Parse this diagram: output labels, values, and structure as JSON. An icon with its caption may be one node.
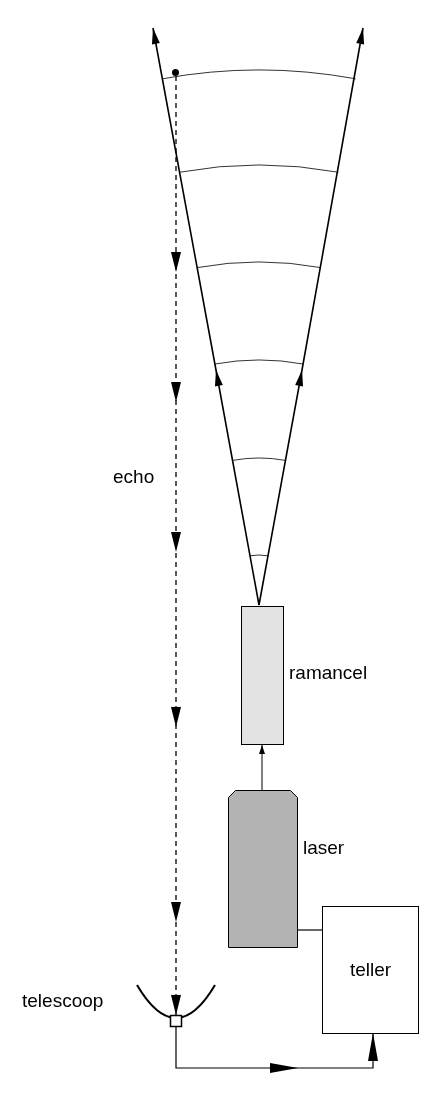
{
  "diagram": {
    "nodes": [
      {
        "text": [],
        "shape": "circle"
      },
      {
        "text": [
          "ramancel"
        ]
      },
      {
        "text": [
          "laser"
        ]
      },
      {
        "text": [
          "teller"
        ]
      },
      {
        "text": [
          "telescoop"
        ]
      }
    ],
    "edges": [
      {
        "from": 1,
        "to": null,
        "arrow": "to"
      },
      {
        "from": 1,
        "to": null,
        "arrow": "to"
      },
      {
        "from": 0,
        "to": 4,
        "arrow": "to",
        "style": "dashed",
        "label": "echo"
      },
      {
        "from": 2,
        "to": 1,
        "arrow": "to"
      },
      {
        "from": 2,
        "to": 3,
        "arrow": "none"
      },
      {
        "from": 4,
        "to": 3,
        "arrow": "to"
      }
    ]
  }
}
